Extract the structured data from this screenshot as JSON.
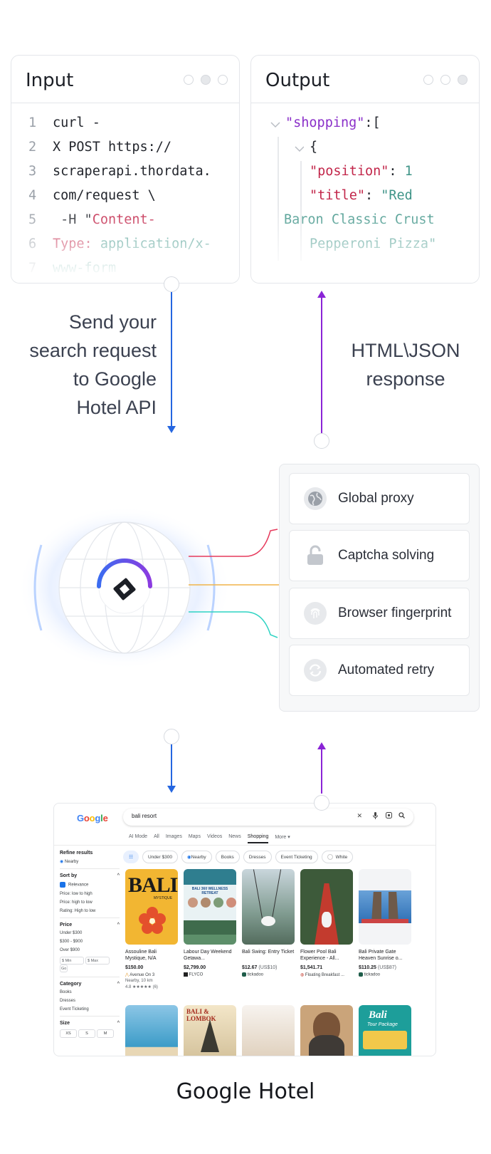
{
  "input_panel": {
    "title": "Input",
    "lines": [
      {
        "num": "1",
        "parts": [
          {
            "t": "curl -",
            "c": "black"
          }
        ]
      },
      {
        "num": "2",
        "parts": [
          {
            "t": "X POST https://",
            "c": "black"
          }
        ]
      },
      {
        "num": "3",
        "parts": [
          {
            "t": "scraperapi.thordata.",
            "c": "black"
          }
        ]
      },
      {
        "num": "4",
        "parts": [
          {
            "t": "com/request \\",
            "c": "black"
          }
        ]
      },
      {
        "num": "5",
        "parts": [
          {
            "t": " -H \"",
            "c": "black"
          },
          {
            "t": "Content-",
            "c": "red"
          }
        ]
      },
      {
        "num": "6",
        "parts": [
          {
            "t": "Type: ",
            "c": "red"
          },
          {
            "t": "application/x-",
            "c": "teal"
          }
        ]
      },
      {
        "num": "7",
        "parts": [
          {
            "t": "www-form",
            "c": "teal"
          }
        ]
      }
    ]
  },
  "output_panel": {
    "title": "Output",
    "lines": [
      {
        "parts": [
          {
            "t": "\"shopping\"",
            "c": "purple"
          },
          {
            "t": ":[",
            "c": "black"
          }
        ]
      },
      {
        "parts": [
          {
            "t": "{",
            "c": "black"
          }
        ]
      },
      {
        "parts": [
          {
            "t": "\"position\"",
            "c": "red"
          },
          {
            "t": ": ",
            "c": "black"
          },
          {
            "t": "1",
            "c": "teal"
          }
        ]
      },
      {
        "parts": [
          {
            "t": "\"title\"",
            "c": "red"
          },
          {
            "t": ": ",
            "c": "black"
          },
          {
            "t": "\"Red",
            "c": "teal"
          }
        ]
      },
      {
        "parts": [
          {
            "t": "Baron Classic Crust",
            "c": "teal"
          }
        ]
      },
      {
        "parts": [
          {
            "t": "Pepperoni Pizza\"",
            "c": "teal"
          }
        ]
      }
    ]
  },
  "request_text": [
    "Send your",
    "search request",
    "to Google",
    "Hotel  API"
  ],
  "response_text": [
    "HTML\\JSON",
    "response"
  ],
  "features": [
    {
      "label": "Global proxy",
      "icon": "globe-icon"
    },
    {
      "label": "Captcha solving",
      "icon": "unlock-icon"
    },
    {
      "label": "Browser fingerprint",
      "icon": "fingerprint-icon"
    },
    {
      "label": "Automated retry",
      "icon": "retry-icon"
    }
  ],
  "google": {
    "logo": "Google",
    "query": "bali resort",
    "tabs": [
      "AI Mode",
      "All",
      "Images",
      "Maps",
      "Videos",
      "News",
      "Shopping",
      "More ▾"
    ],
    "active_tab": "Shopping",
    "filters": [
      "Under $300",
      "Nearby",
      "Books",
      "Dresses",
      "Event Ticketing",
      "White"
    ],
    "sidebar": {
      "refine": "Refine results",
      "nearby": "Nearby",
      "sort_by": "Sort by",
      "sort_options": [
        "Relevance",
        "Price: low to high",
        "Price: high to low",
        "Rating: High to low"
      ],
      "price": "Price",
      "price_options": [
        "Under $300",
        "$300 - $900",
        "Over $900"
      ],
      "min_placeholder": "$ Min",
      "max_placeholder": "$ Max",
      "go": "Go",
      "category": "Category",
      "category_options": [
        "Books",
        "Dresses",
        "Event Ticketing"
      ],
      "size": "Size",
      "sizes": [
        "XS",
        "S",
        "M"
      ]
    },
    "cards": [
      {
        "title": "Assouline Bali Mystique, N/A",
        "price": "$150.00",
        "price_note": "",
        "seller": "Avenue On 3",
        "extra": "Nearby, 10 km",
        "rating": "4.8 ★★★★★ (6)"
      },
      {
        "title": "Labour Day Weekend Getawa...",
        "price": "$2,799.00",
        "price_note": "",
        "seller": "FLYCO",
        "extra": "",
        "rating": ""
      },
      {
        "title": "Bali Swing: Entry Ticket",
        "price": "$12.67",
        "price_note": "(US$10)",
        "seller": "tickadoo",
        "extra": "",
        "rating": ""
      },
      {
        "title": "Flower Pool Bali Experience - All...",
        "price": "$1,541.71",
        "price_note": "",
        "seller": "Floating Breakfast ...",
        "extra": "",
        "rating": ""
      },
      {
        "title": "Bali Private Gate Heaven Sunrise o...",
        "price": "$110.25",
        "price_note": "(US$87)",
        "seller": "tickadoo",
        "extra": "",
        "rating": ""
      }
    ],
    "bali_cover": {
      "big": "BALI",
      "small": "MYSTIQUE"
    },
    "retreat_title": "BALI 360 WELLNESS RETREAT",
    "lombok": "BALI & LOMBOK",
    "tour": {
      "big": "Bali",
      "small": "Tour Package"
    }
  },
  "page_title": "Google Hotel"
}
